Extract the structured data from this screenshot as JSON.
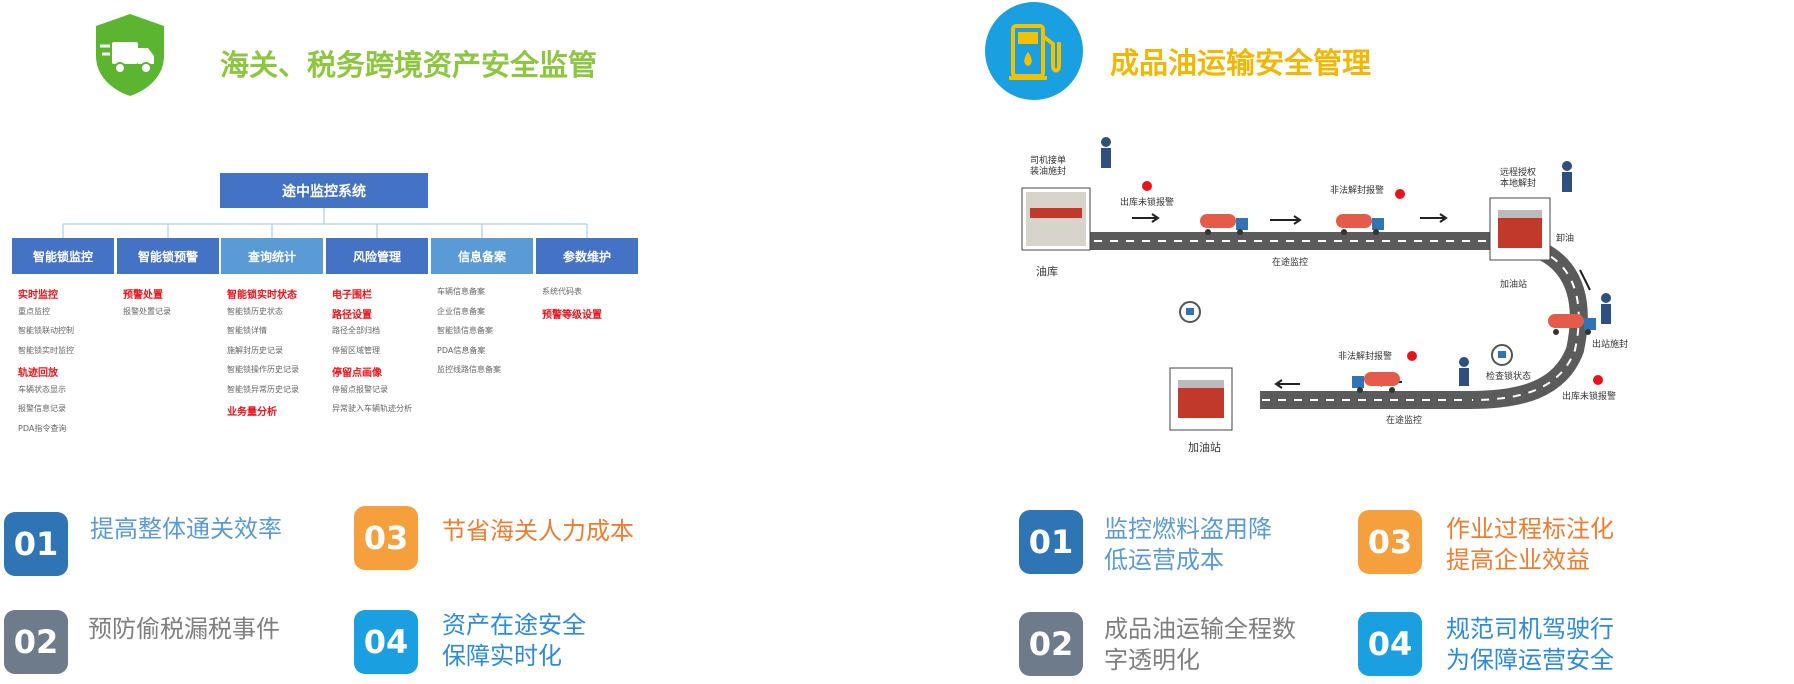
{
  "left": {
    "title": "海关、税务跨境资产安全监管",
    "icon": "truck-shield-icon",
    "org_chart": {
      "root": "途中监控系统",
      "departments": [
        {
          "label": "智能锁监控",
          "items": [
            {
              "text": "实时监控",
              "highlight": true
            },
            {
              "text": "重点监控",
              "highlight": false
            },
            {
              "text": "智能锁联动控制",
              "highlight": false
            },
            {
              "text": "智能锁实时监控",
              "highlight": false
            },
            {
              "text": "轨迹回放",
              "highlight": true
            },
            {
              "text": "车辆状态显示",
              "highlight": false
            },
            {
              "text": "报警信息记录",
              "highlight": false
            },
            {
              "text": "PDA指令查询",
              "highlight": false
            }
          ]
        },
        {
          "label": "智能锁预警",
          "items": [
            {
              "text": "预警处置",
              "highlight": true
            },
            {
              "text": "报警处置记录",
              "highlight": false
            }
          ]
        },
        {
          "label": "查询统计",
          "items": [
            {
              "text": "智能锁实时状态",
              "highlight": true
            },
            {
              "text": "智能锁历史状态",
              "highlight": false
            },
            {
              "text": "智能锁详情",
              "highlight": false
            },
            {
              "text": "施解封历史记录",
              "highlight": false
            },
            {
              "text": "智能锁操作历史记录",
              "highlight": false
            },
            {
              "text": "智能锁异常历史记录",
              "highlight": false
            },
            {
              "text": "业务量分析",
              "highlight": true
            }
          ]
        },
        {
          "label": "风险管理",
          "items": [
            {
              "text": "电子围栏",
              "highlight": true
            },
            {
              "text": "路径设置",
              "highlight": true
            },
            {
              "text": "路径全部归档",
              "highlight": false
            },
            {
              "text": "停留区域管理",
              "highlight": false
            },
            {
              "text": "停留点画像",
              "highlight": true
            },
            {
              "text": "停留点报警记录",
              "highlight": false
            },
            {
              "text": "异常驶入车辆轨迹分析",
              "highlight": false
            }
          ]
        },
        {
          "label": "信息备案",
          "items": [
            {
              "text": "车辆信息备案",
              "highlight": false
            },
            {
              "text": "企业信息备案",
              "highlight": false
            },
            {
              "text": "智能锁信息备案",
              "highlight": false
            },
            {
              "text": "PDA信息备案",
              "highlight": false
            },
            {
              "text": "监控线路信息备案",
              "highlight": false
            }
          ]
        },
        {
          "label": "参数维护",
          "items": [
            {
              "text": "系统代码表",
              "highlight": false
            },
            {
              "text": "预警等级设置",
              "highlight": true
            }
          ]
        }
      ]
    },
    "benefits": [
      {
        "num": "01",
        "lines": [
          "提高整体通关效率"
        ],
        "color": "#2f74b5",
        "text_color": "#5b9bd5"
      },
      {
        "num": "02",
        "lines": [
          "预防偷税漏税事件"
        ],
        "color": "#6e7b8b",
        "text_color": "#7f7f7f"
      },
      {
        "num": "03",
        "lines": [
          "节省海关人力成本"
        ],
        "color": "#f5a03c",
        "text_color": "#ed7d31"
      },
      {
        "num": "04",
        "lines": [
          "资产在途安全",
          "保障实时化"
        ],
        "color": "#1aa0e0",
        "text_color": "#2e8bd8"
      }
    ]
  },
  "right": {
    "title": "成品油运输安全管理",
    "icon": "fuel-pump-icon",
    "diagram": {
      "depot": "油库",
      "station": "加油站",
      "labels": {
        "driver_seal": [
          "司机接单",
          "装油施封"
        ],
        "depart_alarm": "出库未锁报警",
        "illegal_unseal_top": "非法解封报警",
        "route_top": "在途监控",
        "remote_unseal": [
          "远程授权",
          "本地解封"
        ],
        "unload": "卸油",
        "station_mid": "加油站",
        "leave_seal": "出站施封",
        "leave_alarm": "出库未锁报警",
        "check_status": "检查锁状态",
        "illegal_unseal_bottom": "非法解封报警",
        "route_bottom": "在途监控",
        "station_bottom": "加油站"
      }
    },
    "benefits": [
      {
        "num": "01",
        "lines": [
          "监控燃料盗用降",
          "低运营成本"
        ],
        "color": "#2f74b5",
        "text_color": "#5b9bd5"
      },
      {
        "num": "02",
        "lines": [
          "成品油运输全程数",
          "字透明化"
        ],
        "color": "#6e7b8b",
        "text_color": "#7f7f7f"
      },
      {
        "num": "03",
        "lines": [
          "作业过程标注化",
          "提高企业效益"
        ],
        "color": "#f5a03c",
        "text_color": "#ed7d31"
      },
      {
        "num": "04",
        "lines": [
          "规范司机驾驶行",
          "为保障运营安全"
        ],
        "color": "#1aa0e0",
        "text_color": "#2e8bd8"
      }
    ]
  }
}
